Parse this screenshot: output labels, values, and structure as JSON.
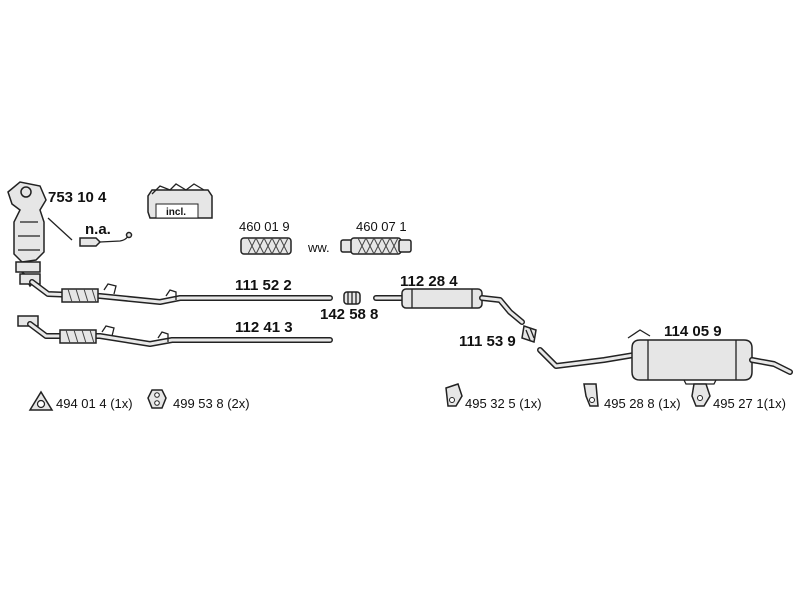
{
  "parts": {
    "catalyst": "753 10 4",
    "sensor": "n.a.",
    "kit_badge": "incl.",
    "flex_a": "460 01 9",
    "flex_alt": "ww.",
    "flex_b": "460 07 1",
    "front_pipe_upper": "111 52 2",
    "front_pipe_lower": "112 41 3",
    "clamp": "142 58 8",
    "middle_silencer": "112 28 4",
    "connector": "111 53 9",
    "rear_silencer": "114 05 9"
  },
  "legend": {
    "gasket": "494 01 4 (1x)",
    "rubber_mount": "499 53 8 (2x)",
    "hanger_1": "495 32 5 (1x)",
    "hanger_2": "495 28 8 (1x)",
    "hanger_3": "495 27 1(1x)"
  }
}
